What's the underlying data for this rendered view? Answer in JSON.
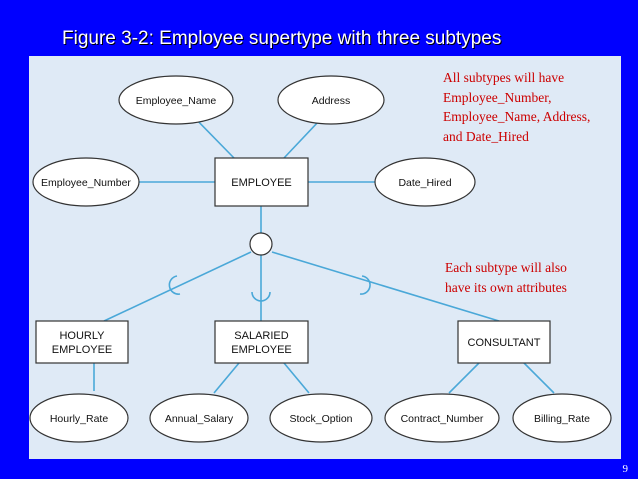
{
  "title": "Figure 3-2: Employee supertype with three subtypes",
  "colors": {
    "background": "#0000ff",
    "panel": "#dfeaf6",
    "line": "#4aa8d8",
    "note_text": "#cc0000",
    "title_text": "#ffffff"
  },
  "supertype": {
    "name": "EMPLOYEE",
    "attributes": [
      "Employee_Name",
      "Address",
      "Employee_Number",
      "Date_Hired"
    ]
  },
  "subtypes": [
    {
      "name_lines": [
        "HOURLY",
        "EMPLOYEE"
      ],
      "attributes": [
        "Hourly_Rate"
      ]
    },
    {
      "name_lines": [
        "SALARIED",
        "EMPLOYEE"
      ],
      "attributes": [
        "Annual_Salary",
        "Stock_Option"
      ]
    },
    {
      "name_lines": [
        "CONSULTANT"
      ],
      "attributes": [
        "Contract_Number",
        "Billing_Rate"
      ]
    }
  ],
  "notes": {
    "shared_attributes": "All subtypes will have\nEmployee_Number,\nEmployee_Name, Address,\nand Date_Hired",
    "own_attributes": "Each subtype will also\nhave its own attributes"
  },
  "page_number": "9"
}
